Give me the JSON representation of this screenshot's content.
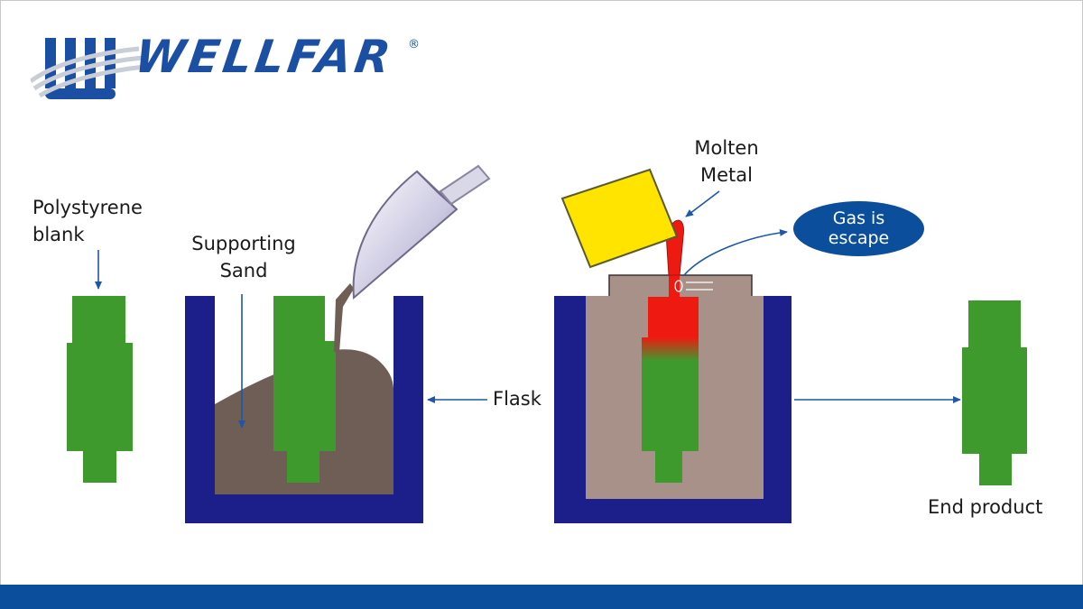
{
  "brand": {
    "name": "WELLFAR",
    "registered_mark": "®",
    "color": "#1a4fa3"
  },
  "labels": {
    "polystyrene_blank": [
      "Polystyrene",
      "blank"
    ],
    "supporting_sand": [
      "Supporting",
      "Sand"
    ],
    "flask": "Flask",
    "molten_metal": [
      "Molten",
      "Metal"
    ],
    "gas_escape": [
      "Gas is",
      "escape"
    ],
    "end_product": "End product"
  },
  "colors": {
    "pattern_green": "#3f9a2e",
    "flask_navy": "#1c1e8a",
    "sand_brown": "#6e5e55",
    "mold_sand": "#a89189",
    "molten_red": "#ee1a12",
    "ladle_yellow": "#ffe400",
    "arrow_blue": "#1d57a8",
    "footer_blue": "#0b4f9c"
  }
}
